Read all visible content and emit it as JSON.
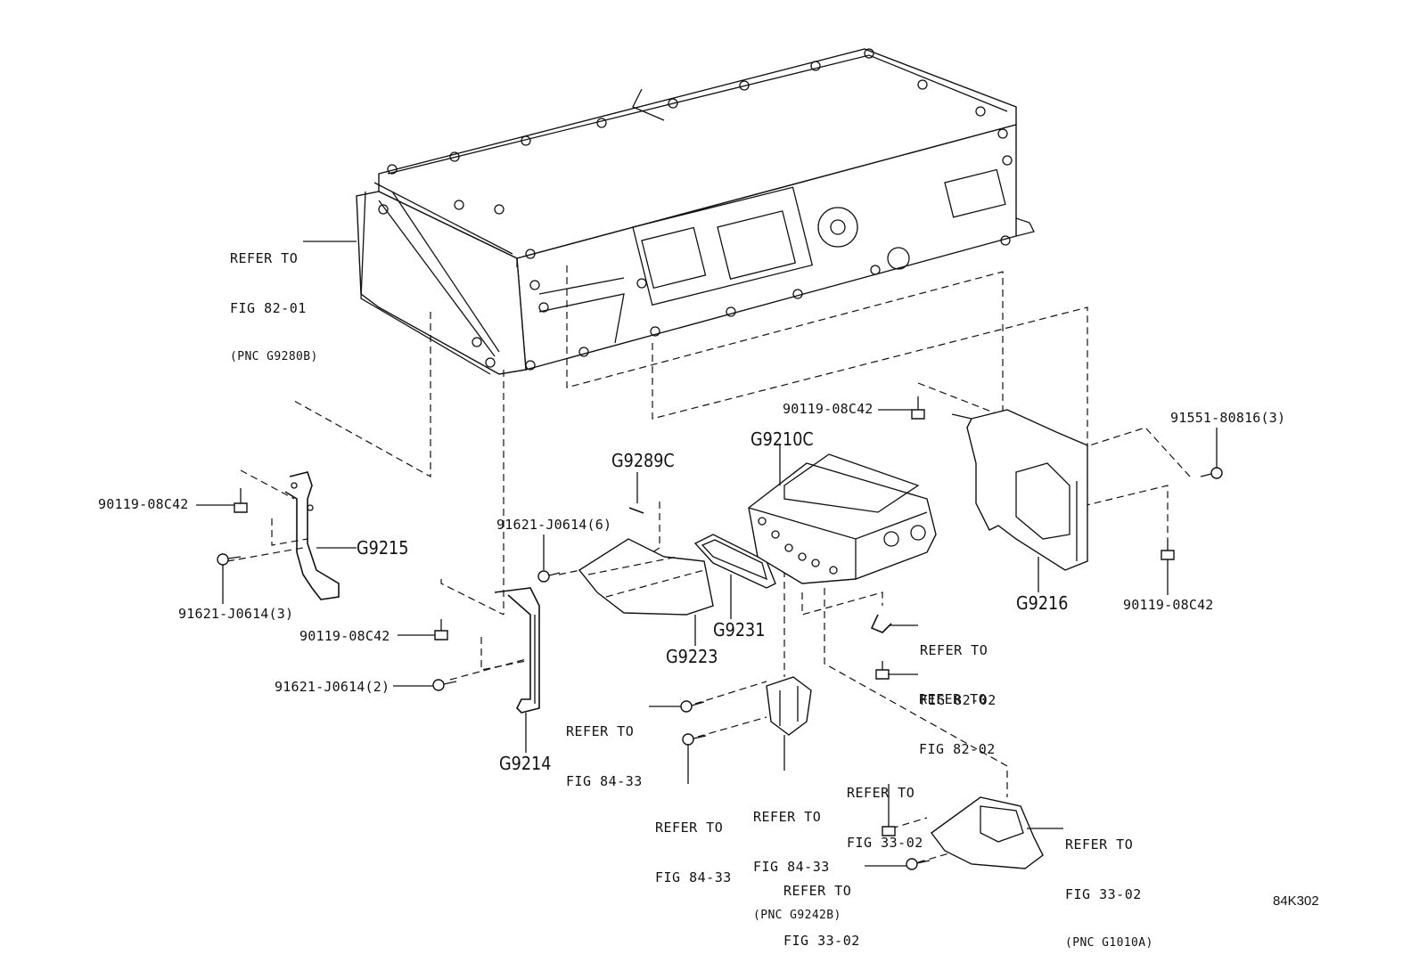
{
  "diagram": {
    "figure_id": "84K302",
    "part_labels": {
      "g9215": "G9215",
      "g9214": "G9214",
      "g9289c": "G9289C",
      "g9210c": "G9210C",
      "g9223": "G9223",
      "g9231": "G9231",
      "g9216": "G9216"
    },
    "fastener_labels": {
      "bolt_upper_left": "90119-08C42",
      "bolt_left_3": "91621-J0614(3)",
      "bolt_mid_left": "90119-08C42",
      "bolt_left_2": "91621-J0614(2)",
      "bolt_center_6": "91621-J0614(6)",
      "bolt_top_center": "90119-08C42",
      "bolt_right_3": "91551-80816(3)",
      "bolt_right_lower": "90119-08C42"
    },
    "references": {
      "ref_82_01": {
        "line1": "REFER TO",
        "line2": "FIG 82-01",
        "line3": "(PNC G9280B)"
      },
      "ref_82_02_a": {
        "line1": "REFER TO",
        "line2": "FIG 82-02"
      },
      "ref_82_02_b": {
        "line1": "REFER TO",
        "line2": "FIG 82-02"
      },
      "ref_84_33_a": {
        "line1": "REFER TO",
        "line2": "FIG 84-33"
      },
      "ref_84_33_b": {
        "line1": "REFER TO",
        "line2": "FIG 84-33"
      },
      "ref_84_33_c": {
        "line1": "REFER TO",
        "line2": "FIG 84-33",
        "line3": "(PNC G9242B)"
      },
      "ref_33_02_a": {
        "line1": "REFER TO",
        "line2": "FIG 33-02"
      },
      "ref_33_02_b": {
        "line1": "REFER TO",
        "line2": "FIG 33-02",
        "line3": "(PNC G1010A)"
      },
      "ref_33_02_c": {
        "line1": "REFER TO",
        "line2": "FIG 33-02"
      }
    }
  }
}
